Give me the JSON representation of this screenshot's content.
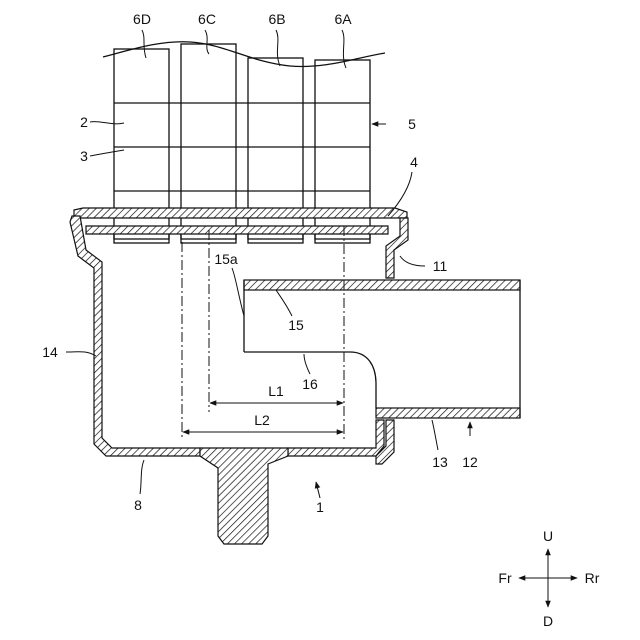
{
  "labels": {
    "cell_6d": "6D",
    "cell_6c": "6C",
    "cell_6b": "6B",
    "cell_6a": "6A",
    "ref_2": "2",
    "ref_3": "3",
    "ref_5": "5",
    "ref_4": "4",
    "ref_11": "11",
    "ref_15a": "15a",
    "ref_15": "15",
    "ref_14": "14",
    "ref_16": "16",
    "dim_l1": "L1",
    "dim_l2": "L2",
    "ref_13": "13",
    "ref_12": "12",
    "ref_8": "8",
    "ref_1": "1"
  },
  "compass": {
    "up": "U",
    "down": "D",
    "front": "Fr",
    "rear": "Rr"
  },
  "colors": {
    "line": "#111111",
    "background": "#ffffff"
  }
}
